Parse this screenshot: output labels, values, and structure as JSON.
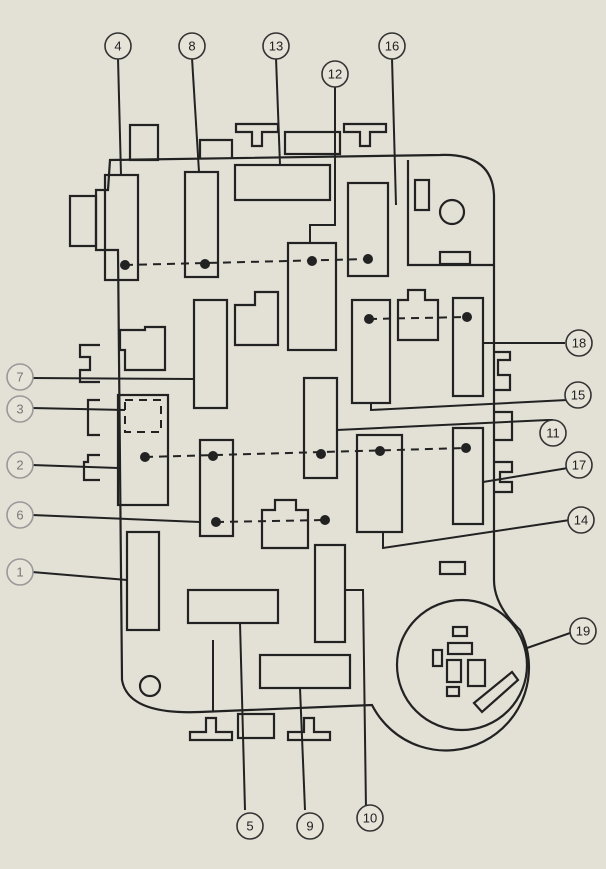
{
  "callouts": [
    {
      "label": "4"
    },
    {
      "label": "8"
    },
    {
      "label": "13"
    },
    {
      "label": "12"
    },
    {
      "label": "16"
    },
    {
      "label": "18"
    },
    {
      "label": "15"
    },
    {
      "label": "11"
    },
    {
      "label": "17"
    },
    {
      "label": "14"
    },
    {
      "label": "19"
    },
    {
      "label": "7"
    },
    {
      "label": "3"
    },
    {
      "label": "2"
    },
    {
      "label": "6"
    },
    {
      "label": "1"
    },
    {
      "label": "5"
    },
    {
      "label": "9"
    },
    {
      "label": "10"
    }
  ]
}
